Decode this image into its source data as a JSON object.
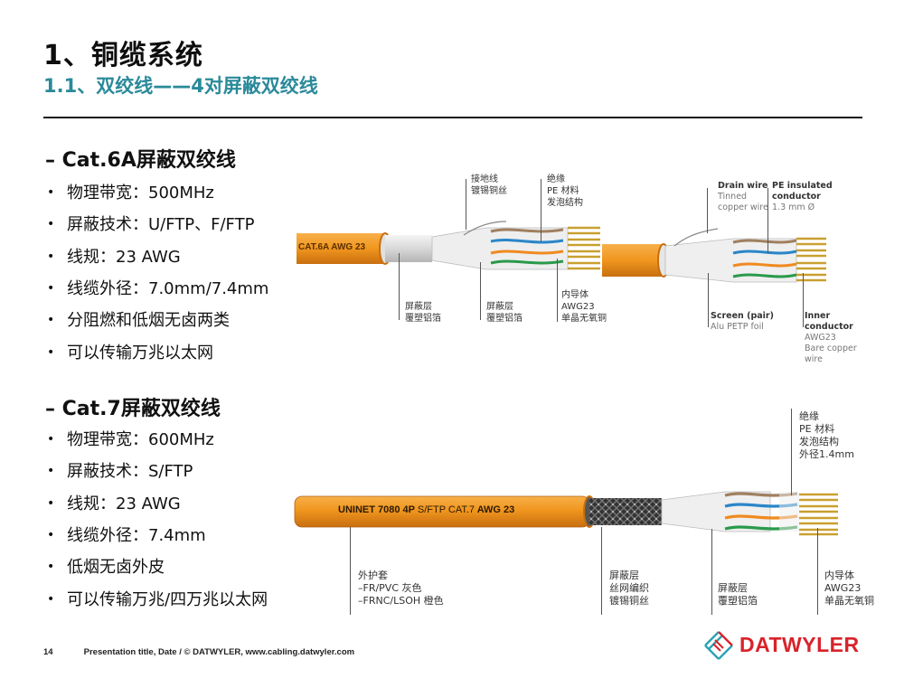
{
  "header": {
    "title": "1、铜缆系统",
    "subtitle": "1.1、双绞线——4对屏蔽双绞线"
  },
  "sections": [
    {
      "heading": "– Cat.6A屏蔽双绞线",
      "bullets": [
        "物理带宽：500MHz",
        "屏蔽技术：U/FTP、F/FTP",
        "线规：23 AWG",
        "线缆外径：7.0mm/7.4mm",
        "分阻燃和低烟无卤两类",
        "可以传输万兆以太网"
      ]
    },
    {
      "heading": "– Cat.7屏蔽双绞线",
      "bullets": [
        "物理带宽：600MHz",
        "屏蔽技术：S/FTP",
        "线规：23 AWG",
        "线缆外径：7.4mm",
        "低烟无卤外皮",
        "可以传输万兆/四万兆以太网"
      ]
    }
  ],
  "diagram_cat6a_cn": {
    "cable_print": "CAT.6A AWG 23",
    "label_drain": [
      "接地线",
      "镀锡铜丝"
    ],
    "label_insulation": [
      "绝缘",
      "PE 材料",
      "发泡结构"
    ],
    "label_screen_outer": [
      "屏蔽层",
      "覆塑铝箔"
    ],
    "label_screen_pair": [
      "屏蔽层",
      "覆塑铝箔"
    ],
    "label_conductor": [
      "内导体",
      "AWG23",
      "单晶无氧铜"
    ]
  },
  "diagram_cat6a_en": {
    "label_drain": {
      "title": "Drain wire",
      "lines": [
        "Tinned",
        "copper wire"
      ]
    },
    "label_pe": {
      "title": "PE insulated conductor",
      "lines": [
        "1.3 mm Ø"
      ]
    },
    "label_screen": {
      "title": "Screen (pair)",
      "lines": [
        "Alu PETP foil"
      ]
    },
    "label_conductor": {
      "title": "Inner conductor",
      "lines": [
        "AWG23",
        "Bare copper wire"
      ]
    }
  },
  "diagram_cat7": {
    "cable_print_bold": "UNINET 7080 4P",
    "cable_print_rest": "S/FTP CAT.7",
    "cable_print_end": "AWG 23",
    "label_jacket": [
      "外护套",
      "–FR/PVC 灰色",
      "–FRNC/LSOH 橙色"
    ],
    "label_braid": [
      "屏蔽层",
      "丝网编织",
      "镀锡铜丝"
    ],
    "label_foil": [
      "屏蔽层",
      "覆塑铝箔"
    ],
    "label_insulation": [
      "绝缘",
      "PE 材料",
      "发泡结构",
      "外径1.4mm"
    ],
    "label_conductor": [
      "内导体",
      "AWG23",
      "单晶无氧铜"
    ]
  },
  "footer": {
    "page_number": "14",
    "text": "Presentation title, Date / © DATWYLER, www.cabling.datwyler.com"
  },
  "logo": {
    "text": "DATWYLER",
    "colors": {
      "red": "#d8232a",
      "teal": "#2aa3b5"
    }
  },
  "colors": {
    "subtitle": "#2a8a9a",
    "cable_orange": "#f0961e",
    "pair_brown": "#a08060",
    "pair_blue": "#2a86c8",
    "pair_orange": "#f08a20",
    "pair_green": "#2a9a4a",
    "copper": "#c9a030"
  }
}
